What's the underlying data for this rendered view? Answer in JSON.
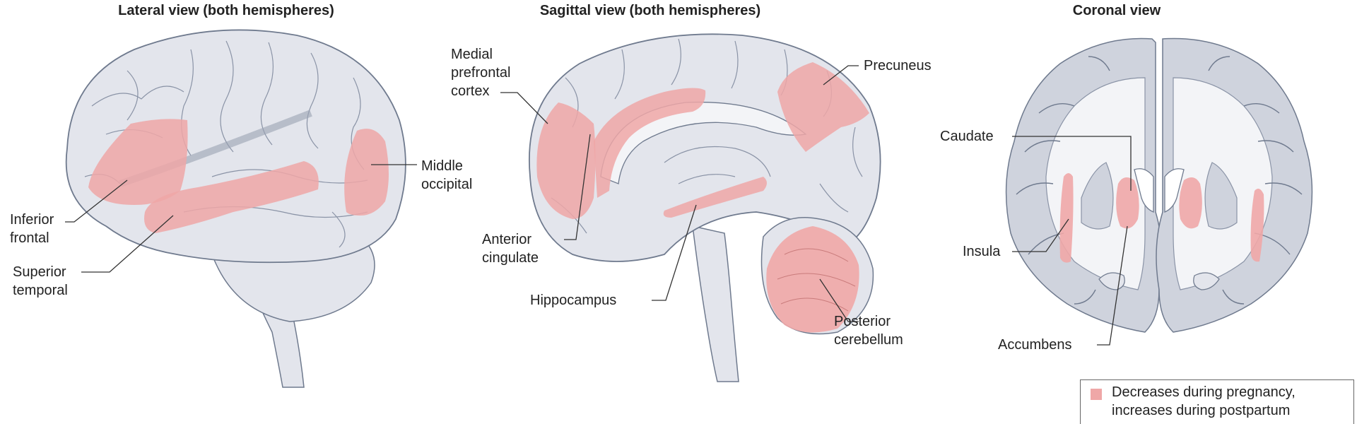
{
  "panels": {
    "lateral": {
      "title": "Lateral view (both hemispheres)",
      "labels": {
        "inferior_frontal": "Inferior\nfrontal",
        "superior_temporal": "Superior\ntemporal",
        "middle_occipital": "Middle\noccipital"
      }
    },
    "sagittal": {
      "title": "Sagittal view (both hemispheres)",
      "labels": {
        "medial_prefrontal": "Medial\nprefrontal\ncortex",
        "anterior_cingulate": "Anterior\ncingulate",
        "hippocampus": "Hippocampus",
        "precuneus": "Precuneus",
        "posterior_cerebellum": "Posterior\ncerebellum"
      }
    },
    "coronal": {
      "title": "Coronal view",
      "labels": {
        "caudate": "Caudate",
        "insula": "Insula",
        "accumbens": "Accumbens"
      }
    }
  },
  "legend": {
    "text": "Decreases during pregnancy,\nincreases during postpartum",
    "color": "#efa7a7"
  },
  "colors": {
    "brain_fill": "#e3e5ec",
    "brain_stroke": "#6f7a8e",
    "highlight": "#efa7a7",
    "white_matter": "#f3f4f7"
  }
}
